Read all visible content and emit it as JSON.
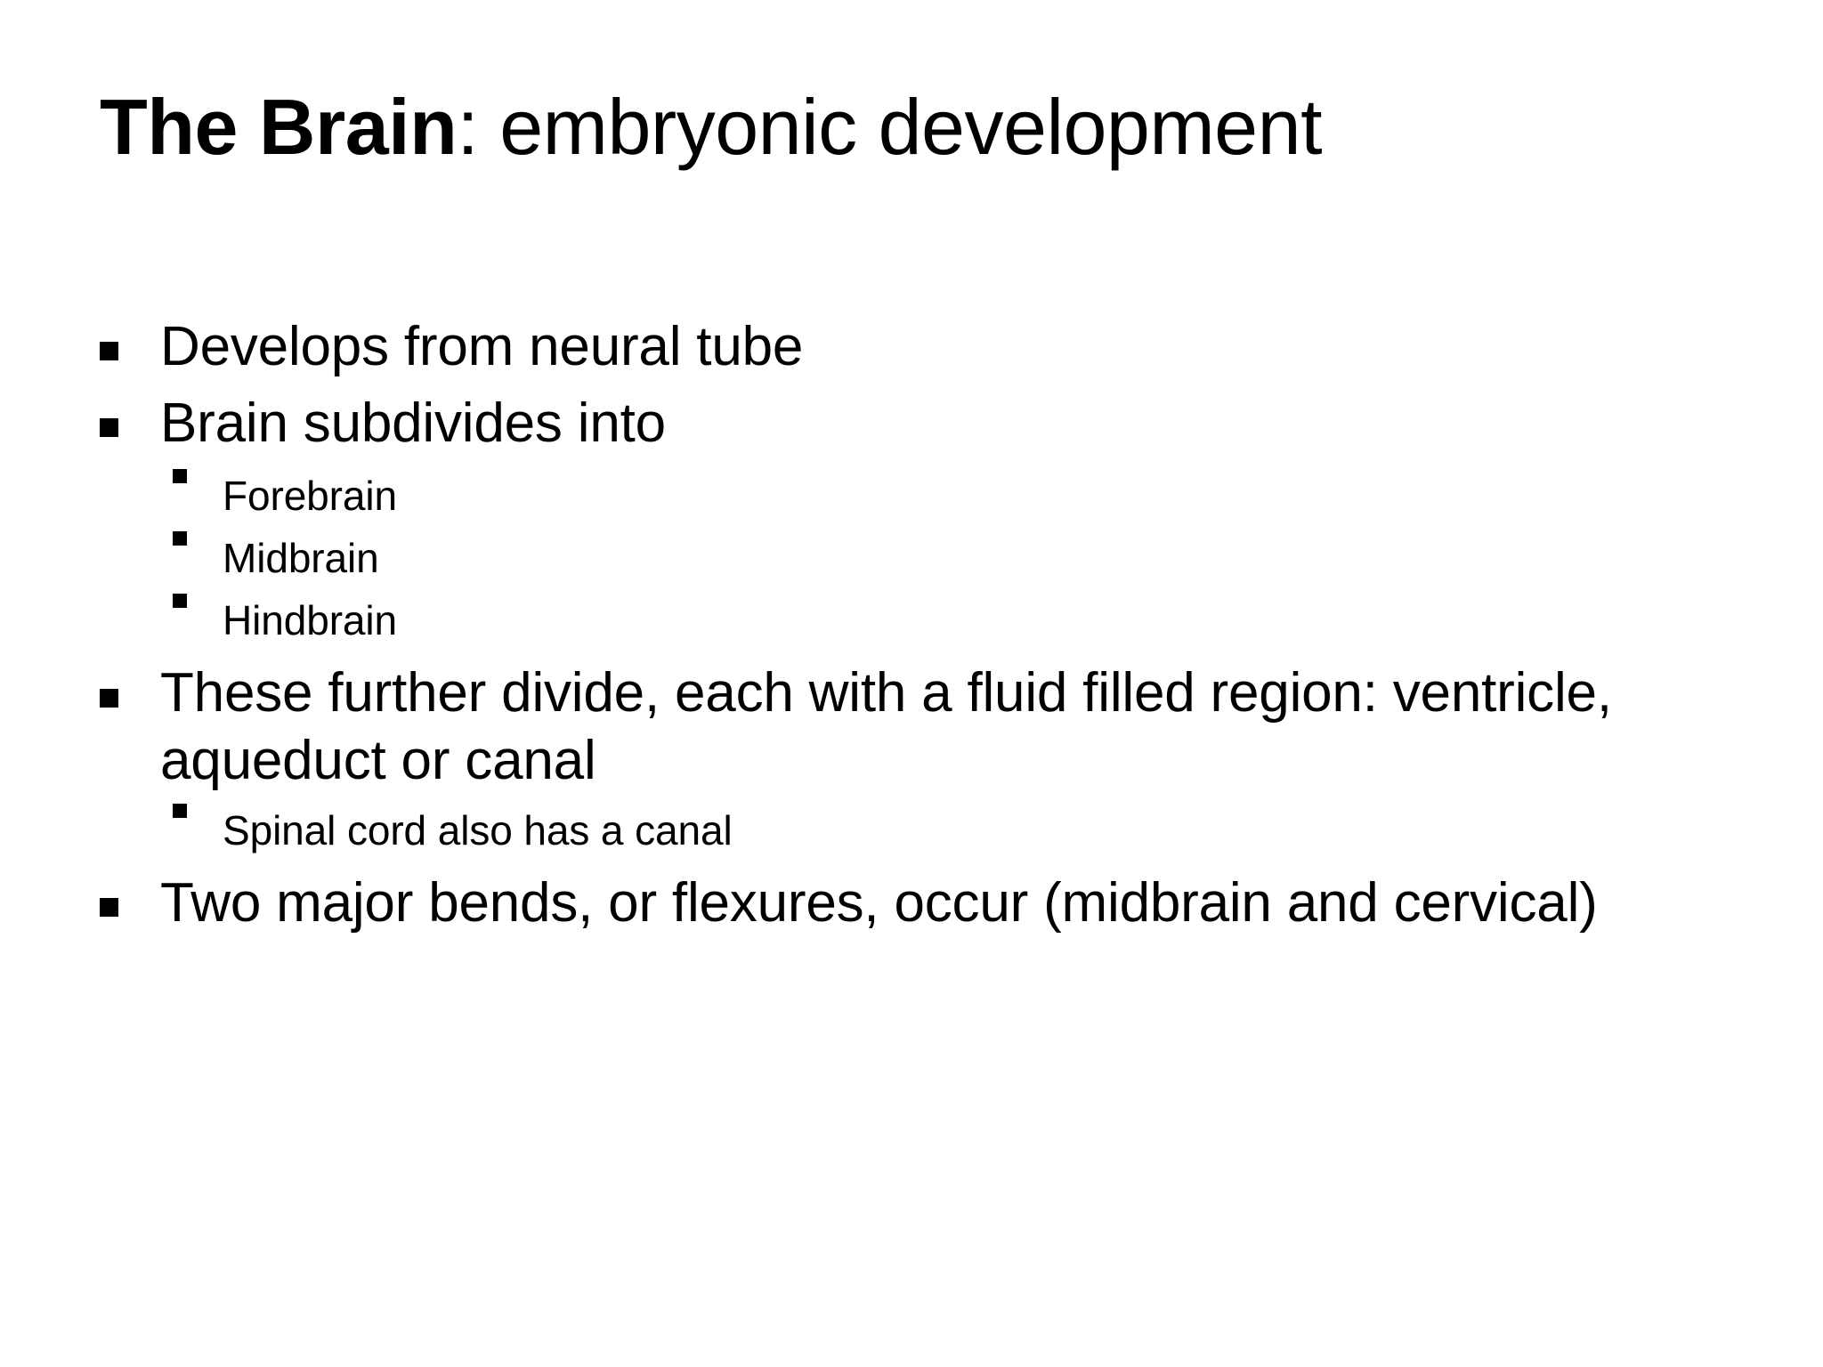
{
  "slide": {
    "background_color": "#ffffff",
    "text_color": "#000000",
    "title": {
      "strong_part": "The Brain",
      "rest_part": ": embryonic development",
      "full": "The Brain: embryonic development"
    },
    "bullet_marker": "▪",
    "content": [
      {
        "level": 1,
        "text": "Develops from neural tube"
      },
      {
        "level": 1,
        "text": "Brain subdivides into"
      },
      {
        "level": 2,
        "text": "Forebrain"
      },
      {
        "level": 2,
        "text": "Midbrain"
      },
      {
        "level": 2,
        "text": "Hindbrain"
      },
      {
        "level": 1,
        "text": "These further divide, each with a fluid filled region: ventricle, aqueduct or canal"
      },
      {
        "level": 2,
        "text": "Spinal cord also has a canal"
      },
      {
        "level": 1,
        "text": "Two major bends, or flexures, occur (midbrain and cervical)"
      }
    ]
  }
}
